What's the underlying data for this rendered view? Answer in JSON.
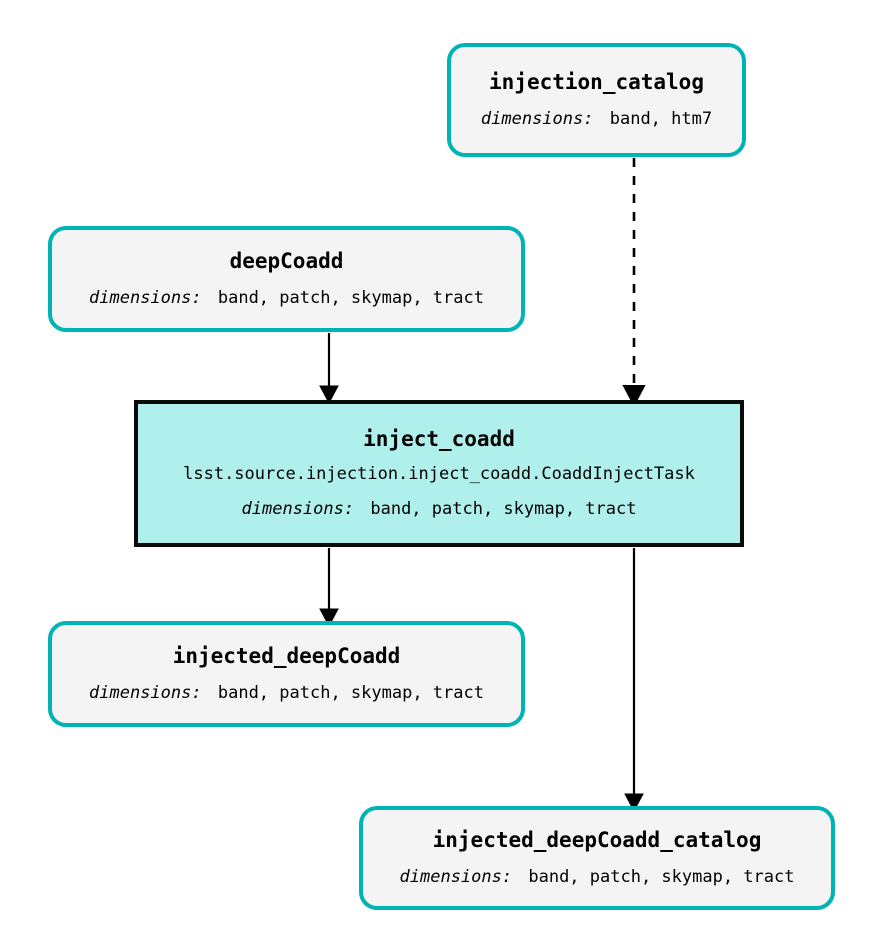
{
  "diagram": {
    "type": "pipeline-dag",
    "colors": {
      "dataset_border": "#00b3b5",
      "dataset_fill": "#f4f4f4",
      "task_border": "#0a0a0a",
      "task_fill": "#aff0ec",
      "edge": "#000000",
      "background": "#ffffff"
    },
    "dimensions_label": "dimensions:"
  },
  "nodes": {
    "injection_catalog": {
      "title": "injection_catalog",
      "dimensions_label": "dimensions:",
      "dimensions_values": "band, htm7",
      "kind": "dataset"
    },
    "deep_coadd": {
      "title": "deepCoadd",
      "dimensions_label": "dimensions:",
      "dimensions_values": "band, patch, skymap, tract",
      "kind": "dataset"
    },
    "inject_coadd": {
      "title": "inject_coadd",
      "classpath": "lsst.source.injection.inject_coadd.CoaddInjectTask",
      "dimensions_label": "dimensions:",
      "dimensions_values": "band, patch, skymap, tract",
      "kind": "task"
    },
    "injected_deep_coadd": {
      "title": "injected_deepCoadd",
      "dimensions_label": "dimensions:",
      "dimensions_values": "band, patch, skymap, tract",
      "kind": "dataset"
    },
    "injected_deep_coadd_catalog": {
      "title": "injected_deepCoadd_catalog",
      "dimensions_label": "dimensions:",
      "dimensions_values": "band, patch, skymap, tract",
      "kind": "dataset"
    }
  },
  "edges": [
    {
      "from": "injection_catalog",
      "to": "inject_coadd",
      "style": "dashed"
    },
    {
      "from": "deep_coadd",
      "to": "inject_coadd",
      "style": "solid"
    },
    {
      "from": "inject_coadd",
      "to": "injected_deep_coadd",
      "style": "solid"
    },
    {
      "from": "inject_coadd",
      "to": "injected_deep_coadd_catalog",
      "style": "solid"
    }
  ]
}
